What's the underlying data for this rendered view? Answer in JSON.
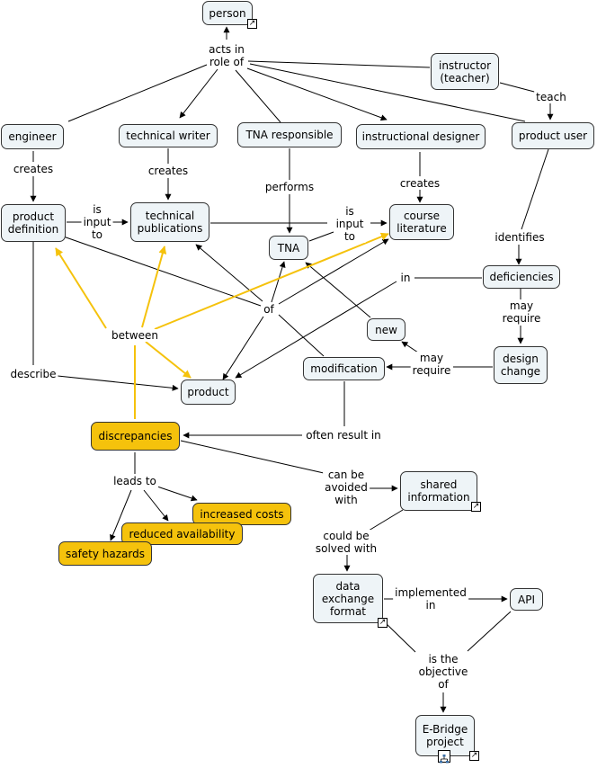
{
  "nodes": {
    "person": "person",
    "instructor": "instructor\n(teacher)",
    "engineer": "engineer",
    "technical_writer": "technical writer",
    "tna_responsible": "TNA responsible",
    "instructional_designer": "instructional designer",
    "product_user": "product user",
    "product_definition": "product\ndefinition",
    "technical_publications": "technical\npublications",
    "course_literature": "course\nliterature",
    "tna": "TNA",
    "deficiencies": "deficiencies",
    "new": "new",
    "design_change": "design\nchange",
    "modification": "modification",
    "product": "product",
    "discrepancies": "discrepancies",
    "shared_information": "shared\ninformation",
    "increased_costs": "increased costs",
    "reduced_availability": "reduced availability",
    "safety_hazards": "safety hazards",
    "data_exchange_format": "data\nexchange\nformat",
    "api": "API",
    "ebridge_project": "E-Bridge\nproject"
  },
  "links": {
    "acts_in_role_of": "acts in\nrole of",
    "teach": "teach",
    "creates_eng": "creates",
    "creates_tw": "creates",
    "performs": "performs",
    "creates_id": "creates",
    "is_input_to_1": "is\ninput\nto",
    "is_input_to_2": "is\ninput\nto",
    "identifies": "identifies",
    "in": "in",
    "of": "of",
    "may_require_1": "may\nrequire",
    "may_require_2": "may\nrequire",
    "between": "between",
    "describe": "describe",
    "often_result_in": "often result in",
    "can_be_avoided_with": "can be\navoided\nwith",
    "leads_to": "leads to",
    "could_be_solved_with": "could be\nsolved with",
    "implemented_in": "implemented\nin",
    "is_the_objective_of": "is the\nobjective\nof"
  },
  "badge_glyph": "↗",
  "colors": {
    "concept_fill": "#eef4f7",
    "highlight_fill": "#f5c20c",
    "highlight_line": "#f5c20c",
    "line": "#000000"
  }
}
